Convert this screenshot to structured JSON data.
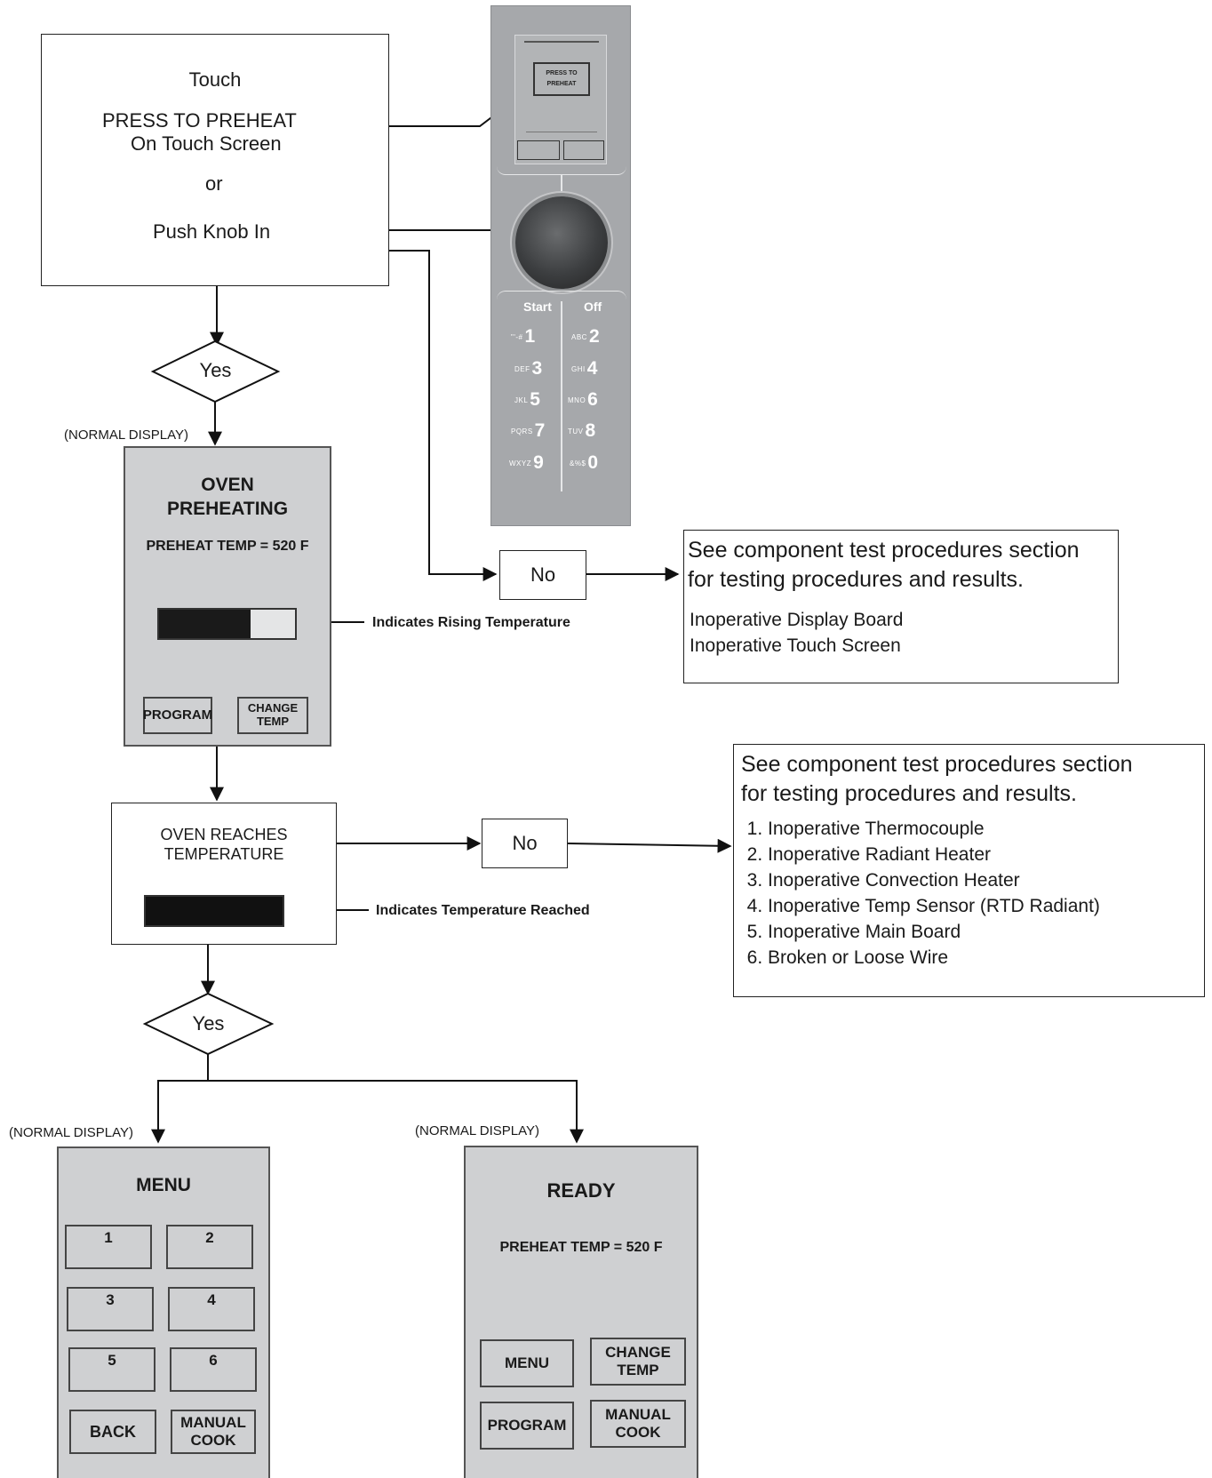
{
  "start_box": {
    "touch": "Touch",
    "press_to_preheat": "PRESS TO PREHEAT",
    "on_touch_screen": "On Touch Screen",
    "or": "or",
    "push_knob_in": "Push Knob In"
  },
  "decisions": {
    "yes_1": "Yes",
    "no_1": "No",
    "no_2": "No",
    "yes_2": "Yes"
  },
  "labels": {
    "normal_display_1": "(NORMAL DISPLAY)",
    "normal_display_2": "(NORMAL DISPLAY)",
    "normal_display_3": "(NORMAL DISPLAY)",
    "indicates_rising": "Indicates Rising Temperature",
    "indicates_reached": "Indicates  Temperature Reached"
  },
  "preheating_screen": {
    "title_line1": "OVEN",
    "title_line2": "PREHEATING",
    "preheat_temp": "PREHEAT TEMP = 520 F",
    "progress": 0.67,
    "program_button": "PROGRAM",
    "change_temp_line1": "CHANGE",
    "change_temp_line2": "TEMP"
  },
  "reaches_box": {
    "line1": "OVEN REACHES",
    "line2": "TEMPERATURE",
    "progress": 1.0
  },
  "note_1": {
    "line1": "See component test procedures section",
    "line2": "for testing procedures and results.",
    "items": [
      "Inoperative Display Board",
      "Inoperative Touch Screen"
    ]
  },
  "note_2": {
    "line1": "See component test procedures section",
    "line2": "for testing procedures and results.",
    "items": [
      "Inoperative Thermocouple",
      "Inoperative Radiant Heater",
      "Inoperative Convection Heater",
      "Inoperative Temp Sensor (RTD Radiant)",
      "Inoperative Main Board",
      "Broken or Loose Wire"
    ]
  },
  "menu_screen": {
    "title": "MENU",
    "buttons": [
      "1",
      "2",
      "3",
      "4",
      "5",
      "6"
    ],
    "back": "BACK",
    "manual_line1": "MANUAL",
    "manual_line2": "COOK"
  },
  "ready_screen": {
    "title": "READY",
    "preheat_temp": "PREHEAT TEMP = 520 F",
    "menu": "MENU",
    "change_line1": "CHANGE",
    "change_line2": "TEMP",
    "program": "PROGRAM",
    "manual_line1": "MANUAL",
    "manual_line2": "COOK"
  },
  "control_panel": {
    "mini_press_line1": "PRESS TO",
    "mini_press_line2": "PREHEAT",
    "start": "Start",
    "off": "Off",
    "keys": [
      {
        "sub": "\"'-#",
        "num": "1"
      },
      {
        "sub": "ABC",
        "num": "2"
      },
      {
        "sub": "DEF",
        "num": "3"
      },
      {
        "sub": "GHI",
        "num": "4"
      },
      {
        "sub": "JKL",
        "num": "5"
      },
      {
        "sub": "MNO",
        "num": "6"
      },
      {
        "sub": "PQRS",
        "num": "7"
      },
      {
        "sub": "TUV",
        "num": "8"
      },
      {
        "sub": "WXYZ",
        "num": "9"
      },
      {
        "sub": "&%$",
        "num": "0"
      }
    ]
  },
  "colors": {
    "screen_gray": "#cfd0d2",
    "panel_gray": "#a6a8ab",
    "bar_fill": "#1a1a1a"
  }
}
